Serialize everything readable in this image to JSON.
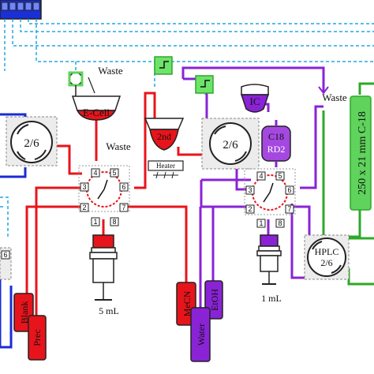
{
  "labels": {
    "waste_top": "Waste",
    "waste_mid": "Waste",
    "waste_right": "Waste",
    "ecell": "E-Cell",
    "second": "2nd",
    "ic": "IC",
    "c18": "C18",
    "rd2": "RD2",
    "heater": "Heater",
    "valve_left": "2/6",
    "valve_mid": "2/6",
    "hplc": "HPLC",
    "hplc_ratio": "2/6",
    "column": "250 x 21 mm C-18",
    "vol_left": "5 mL",
    "vol_right": "1 mL",
    "blank": "Blank",
    "prec": "Prec",
    "mecn": "MeCN",
    "etoh": "EtOH",
    "water": "Water",
    "left_port": "6"
  },
  "ports_left": [
    "4",
    "5",
    "3",
    "6",
    "2",
    "7",
    "1",
    "8"
  ],
  "ports_right": [
    "4",
    "5",
    "3",
    "6",
    "2",
    "7",
    "1",
    "8"
  ],
  "colors": {
    "red": "#e8141b",
    "purple": "#8a23d6",
    "blue": "#1a2bd6",
    "cyan_dash": "#21a9e0",
    "green": "#5fd35c",
    "gray_box": "#e6e6e6"
  }
}
